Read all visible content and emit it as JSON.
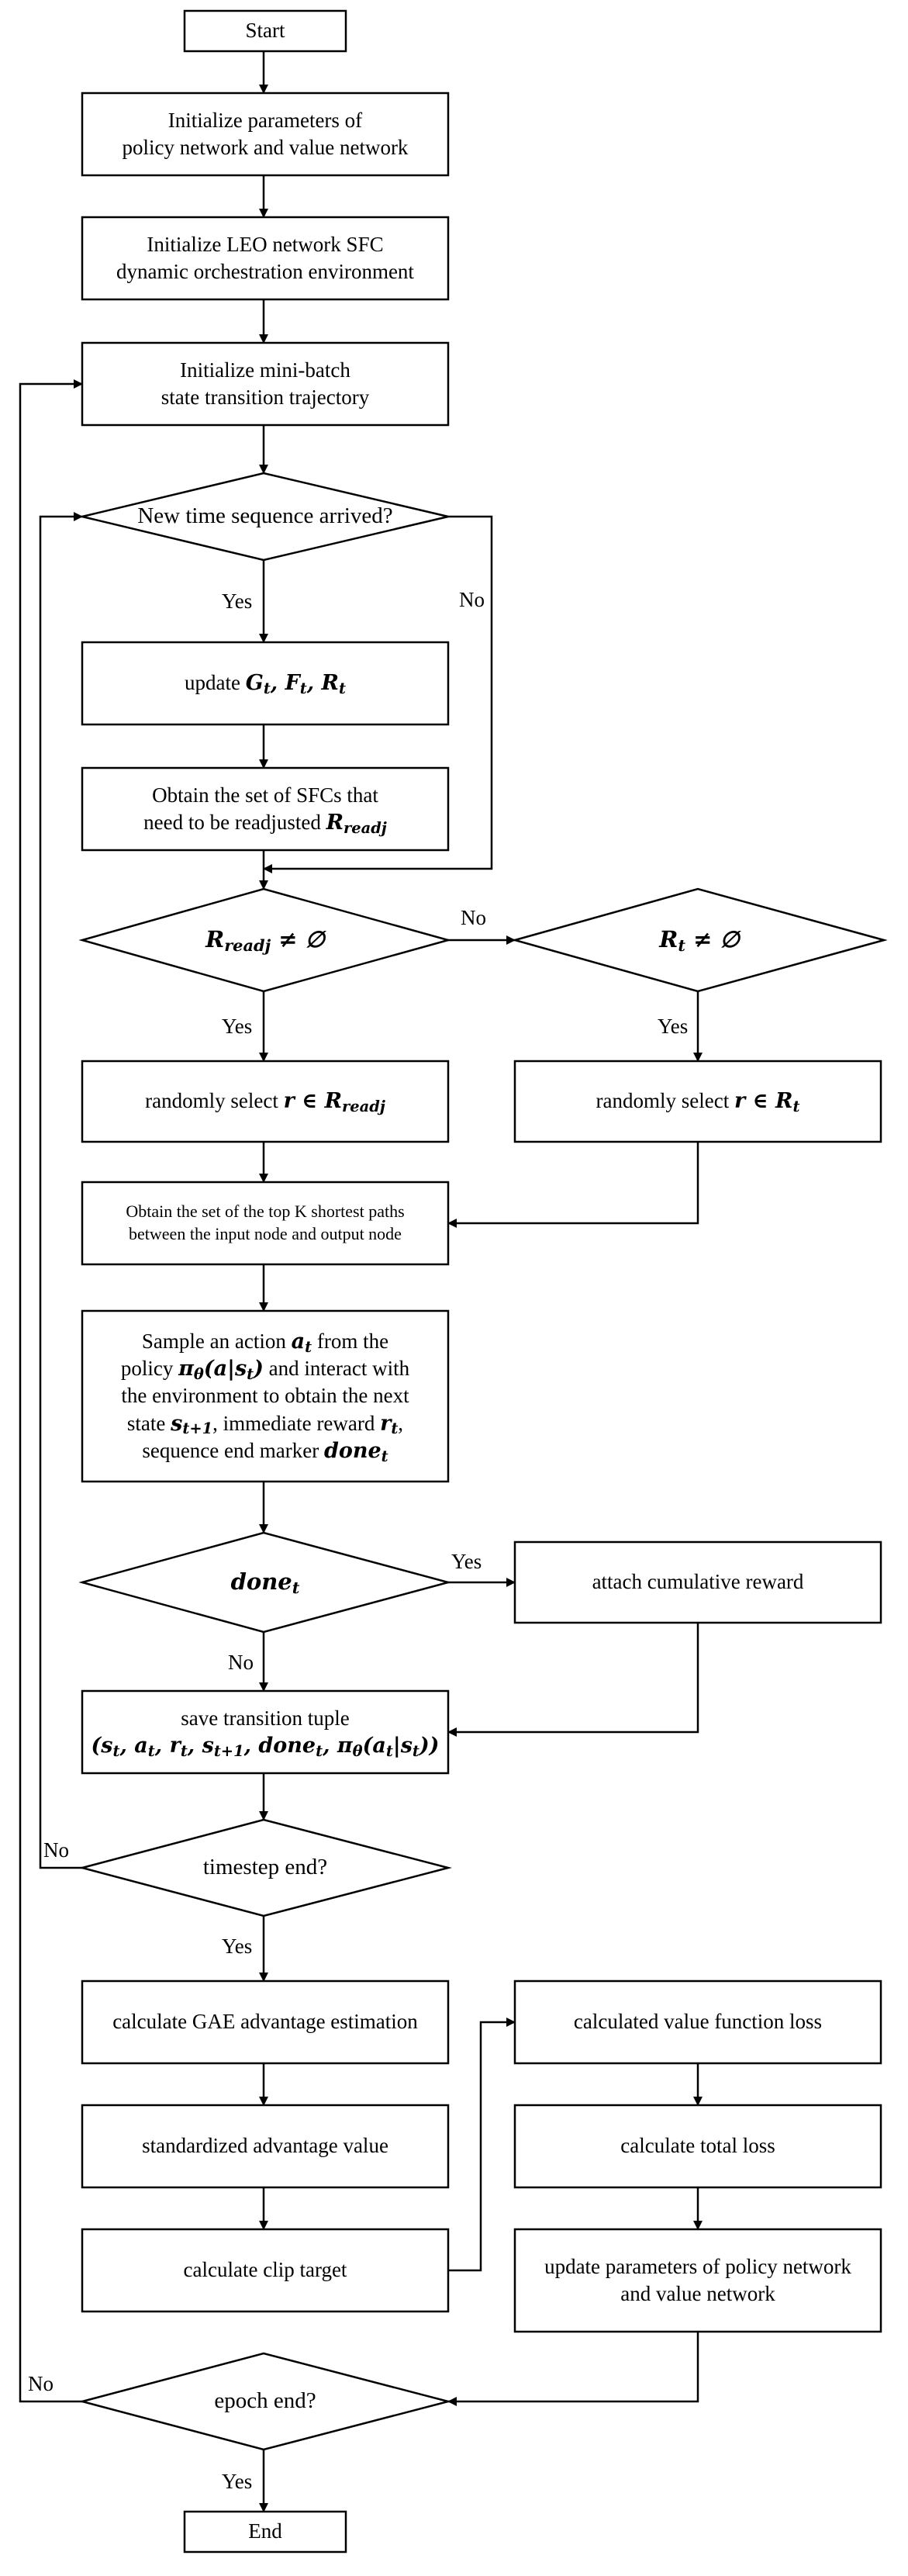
{
  "nodes": {
    "start": "Start",
    "init_params": [
      "Initialize parameters of",
      "policy network and value network"
    ],
    "init_env": [
      "Initialize LEO network SFC",
      "dynamic orchestration environment"
    ],
    "init_batch": [
      "Initialize mini-batch",
      "state transition trajectory"
    ],
    "new_time_seq": "New time sequence arrived?",
    "update": "update",
    "update_math": "G_t, F_t, R_t",
    "obtain_sfc": [
      "Obtain the set of SFCs that",
      "need to be readjusted"
    ],
    "obtain_sfc_math": "R_readj",
    "readj_check": "R_readj ≠ ∅",
    "rt_check": "R_t ≠ ∅",
    "select_readj": "randomly select",
    "select_readj_math": "r ∈ R_readj",
    "select_rt": "randomly select",
    "select_rt_math": "r ∈ R_t",
    "topk": [
      "Obtain the set of the top K shortest paths",
      "between the input node and output node"
    ],
    "sample_action": {
      "l1": "Sample an action",
      "l1_math": "a_t",
      "l1_end": "from the",
      "l2": "policy",
      "l2_math": "π_θ(a|s_t)",
      "l2_end": "and interact with",
      "l3": "the environment to obtain the next",
      "l4": "state",
      "l4_math": "s_t+1",
      "l4_mid": ", immediate reward",
      "l4_math2": "r_t",
      "l4_end": ",",
      "l5": "sequence end marker",
      "l5_math": "done_t"
    },
    "done_check": "done_t",
    "attach_reward": "attach cumulative reward",
    "save_tuple": "save transition tuple",
    "save_tuple_math": "(s_t, a_t, r_t, s_t+1, done_t, π_θ(a_t|s_t))",
    "timestep_end": "timestep end?",
    "calc_gae": "calculate GAE advantage estimation",
    "std_adv": "standardized advantage value",
    "clip_target": "calculate clip target",
    "value_loss": "calculated value function loss",
    "total_loss": "calculate total loss",
    "update_params": [
      "update parameters of policy network",
      "and value network"
    ],
    "epoch_end": "epoch end?",
    "end": "End"
  },
  "labels": {
    "yes": "Yes",
    "no": "No"
  }
}
